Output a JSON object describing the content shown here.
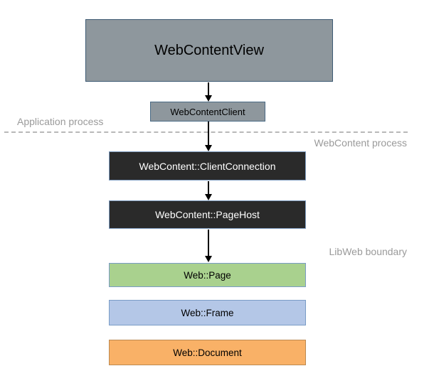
{
  "diagram": {
    "nodes": {
      "webcontentview": {
        "label": "WebContentView",
        "fill": "#8e979d",
        "text_color": "#000000"
      },
      "webcontentclient": {
        "label": "WebContentClient",
        "fill": "#8e979d",
        "text_color": "#000000"
      },
      "clientconnection": {
        "label": "WebContent::ClientConnection",
        "fill": "#2a2a2a",
        "text_color": "#ffffff"
      },
      "pagehost": {
        "label": "WebContent::PageHost",
        "fill": "#2a2a2a",
        "text_color": "#ffffff"
      },
      "webpage": {
        "label": "Web::Page",
        "fill": "#a9d18e",
        "text_color": "#000000"
      },
      "webframe": {
        "label": "Web::Frame",
        "fill": "#b4c7e7",
        "text_color": "#000000"
      },
      "webdocument": {
        "label": "Web::Document",
        "fill": "#f9b167",
        "text_color": "#000000"
      }
    },
    "labels": {
      "application_process": "Application process",
      "webcontent_process": "WebContent process",
      "libweb_boundary": "LibWeb boundary"
    },
    "edges": [
      {
        "from": "webcontentview",
        "to": "webcontentclient"
      },
      {
        "from": "webcontentclient",
        "to": "clientconnection"
      },
      {
        "from": "clientconnection",
        "to": "pagehost"
      },
      {
        "from": "pagehost",
        "to": "webpage"
      }
    ],
    "colors": {
      "arrow": "#000000",
      "boundary_divider": "#b8b8b8",
      "process_label_text": "#9a9a9a",
      "node_border_blue": "#6c8ebf",
      "background": "#ffffff"
    }
  }
}
